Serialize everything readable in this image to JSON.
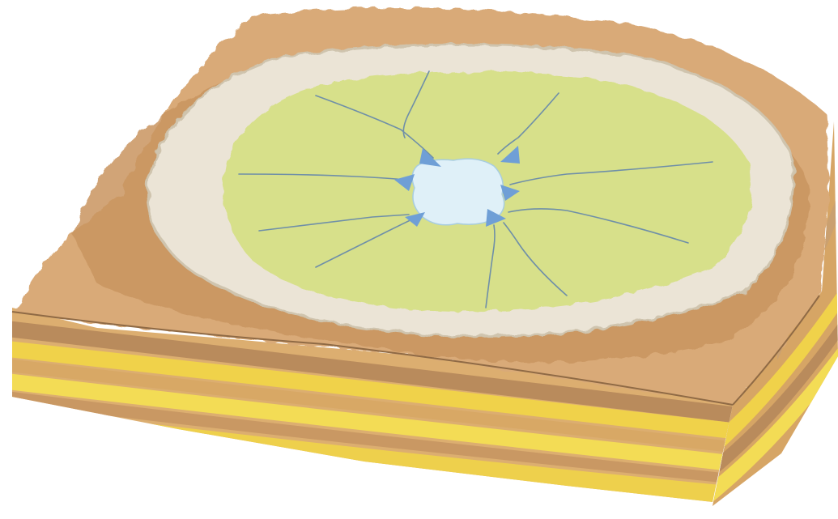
{
  "diagram": {
    "subject": "centripetal-drainage-basin",
    "colors": {
      "background": "#ffffff",
      "plateau_top": "#d9aa78",
      "plateau_edge": "#c79060",
      "rim_rock": "#ebe4d6",
      "basin_floor": "#d7e08a",
      "lake": "#dff0f8",
      "stream": "#6f8fa8",
      "arrow": "#6f9fd6",
      "stratum_yellow": "#f0d24a",
      "stratum_tan": "#d8a865",
      "stratum_brown": "#b58758"
    },
    "features": {
      "streams": 10,
      "arrows": 6
    }
  }
}
